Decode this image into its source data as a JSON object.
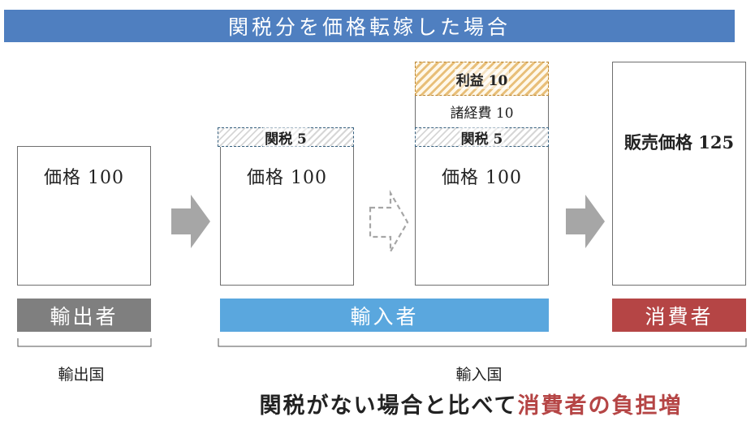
{
  "title": "関税分を価格転嫁した場合",
  "boxes": {
    "exporter_price": "価格 100",
    "importer_price": "価格 100",
    "importer_tariff": "関税 5",
    "seller_price": "価格 100",
    "seller_tariff": "関税 5",
    "seller_expenses": "諸経費 10",
    "seller_profit": "利益 10",
    "consumer_price": "販売価格 125"
  },
  "roles": {
    "exporter": "輸出者",
    "importer": "輸入者",
    "consumer": "消費者"
  },
  "countries": {
    "exporting": "輸出国",
    "importing": "輸入国"
  },
  "conclusion": {
    "prefix": "関税がない場合と比べて",
    "highlight": "消費者の負担増"
  },
  "colors": {
    "title_bar": "#4f7fc0",
    "exporter_bar": "#7f7f7f",
    "importer_bar": "#5aa7de",
    "consumer_bar": "#b54545",
    "accent_text": "#b54545",
    "arrow_fill": "#a6a6a6",
    "tariff_border": "#36607f",
    "profit_border": "#b9822c"
  },
  "icons": {
    "solid_arrow": "right-arrow-icon",
    "dashed_arrow": "dashed-right-arrow-icon"
  }
}
